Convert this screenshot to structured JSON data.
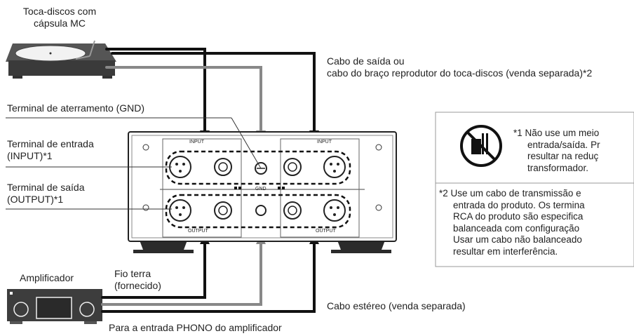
{
  "turntable": {
    "label_line1": "Toca-discos com",
    "label_line2": "cápsula MC"
  },
  "amplifier": {
    "label": "Amplificador"
  },
  "callouts": {
    "output_cable_line1": "Cabo de saída ou",
    "output_cable_line2": "cabo do braço reprodutor do toca-discos (venda separada)*2",
    "gnd_terminal": "Terminal de aterramento (GND)",
    "input_terminal_line1": "Terminal de entrada",
    "input_terminal_line2": "(INPUT)*1",
    "output_terminal_line1": "Terminal de saída",
    "output_terminal_line2": "(OUTPUT)*1",
    "ground_wire_line1": "Fio terra",
    "ground_wire_line2": "(fornecido)",
    "stereo_cable": "Cabo estéreo (venda separada)",
    "phono_input": "Para a entrada PHONO do amplificador"
  },
  "device_panel": {
    "input_left": "INPUT",
    "input_right": "INPUT",
    "output_left": "OUTPUT",
    "output_right": "OUTPUT",
    "gnd": "GND"
  },
  "notes": {
    "note1": [
      "*1 Não use um meio",
      "entrada/saída. Pr",
      "resultar na reduç",
      "transformador."
    ],
    "note2": [
      "*2 Use um cabo de transmissão e",
      "entrada do produto. Os termina",
      "RCA do produto são especifica",
      "balanceada com configuração",
      "Usar um cabo não balanceado",
      "resultar em interferência."
    ]
  },
  "icons": [
    "no-cable-adapter-icon"
  ]
}
